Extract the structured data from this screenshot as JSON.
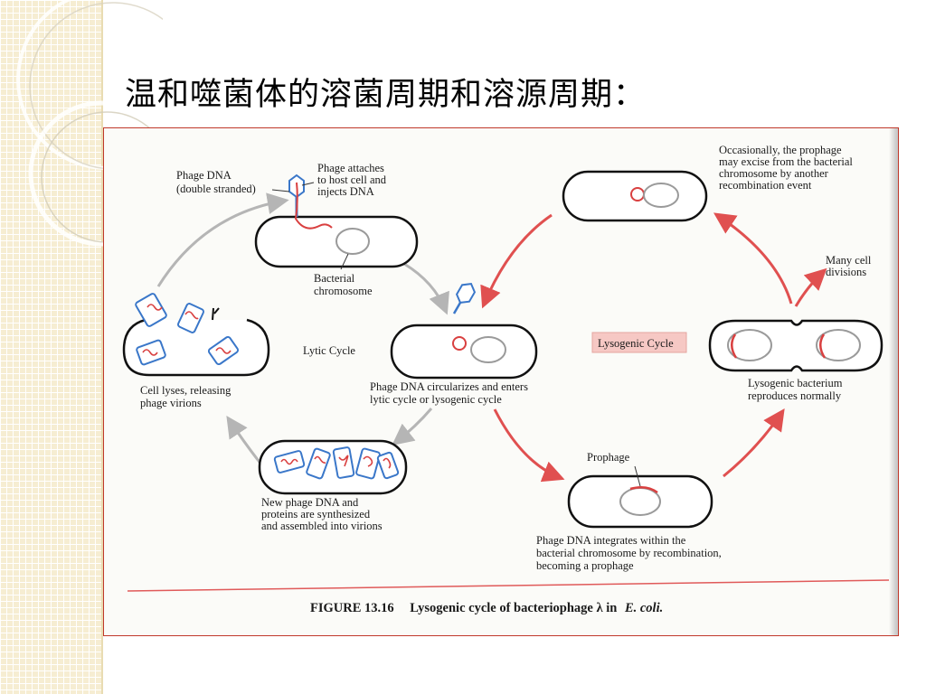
{
  "slide": {
    "title": "温和噬菌体的溶菌周期和溶源周期："
  },
  "figure": {
    "labels": {
      "phage_dna": [
        "Phage DNA",
        "(double stranded)"
      ],
      "phage_attaches": [
        "Phage attaches",
        "to host cell and",
        "injects DNA"
      ],
      "bacterial_chromosome": [
        "Bacterial",
        "chromosome"
      ],
      "lytic_cycle": "Lytic Cycle",
      "lysogenic_cycle": "Lysogenic Cycle",
      "cell_lyses": [
        "Cell lyses, releasing",
        "phage virions"
      ],
      "circularizes": [
        "Phage DNA circularizes and enters",
        "lytic cycle or  lysogenic cycle"
      ],
      "new_phage": [
        "New phage DNA and",
        "proteins are synthesized",
        "and assembled into virions"
      ],
      "occasionally": [
        "Occasionally, the prophage",
        "may excise from the bacterial",
        "chromosome by another",
        "recombination event"
      ],
      "many_cell": [
        "Many cell",
        "divisions"
      ],
      "reproduces": [
        "Lysogenic bacterium",
        "reproduces normally"
      ],
      "prophage": "Prophage",
      "integrates": [
        "Phage DNA integrates within the",
        "bacterial chromosome by recombination,",
        "becoming a prophage"
      ]
    },
    "caption": {
      "figure_number": "FIGURE 13.16",
      "text": "Lysogenic cycle of bacteriophage λ in",
      "organism": "E. coli."
    },
    "colors": {
      "phage_dna": "#d94040",
      "phage_capsid": "#3a77c9",
      "lytic_arrow": "#b5b5b5",
      "lysogenic_arrow": "#e05050",
      "lysogenic_label_bg": "#f6c8c4"
    }
  }
}
